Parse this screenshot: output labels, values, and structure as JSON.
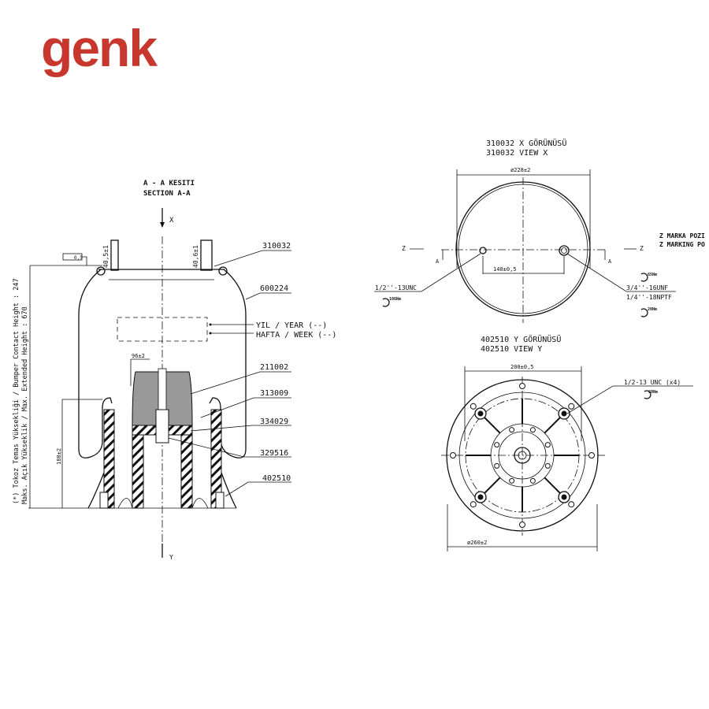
{
  "logo": {
    "text": "genk",
    "color": "#c8372d"
  },
  "section": {
    "title_tr": "A - A KESITI",
    "title_en": "SECTION A-A",
    "view_x_arrow": "X",
    "view_y_arrow": "Y",
    "dim_stud_left": "40,5±1",
    "dim_stud_right": "40,6±1",
    "dim_bumper_width": "96±2",
    "dim_piston_height": "188±2",
    "flatness_symbol": "0,5",
    "height_note_1": "(*) Tokoz Temas Yüksekliği / Bumper Contact Height : 247",
    "height_note_2": "Maks. Açık Yükseklik / Max. Extended Height : 670",
    "parts": [
      "310032",
      "600224",
      "211002",
      "313009",
      "334029",
      "329516",
      "402510"
    ],
    "year_label": "YIL / YEAR (--)",
    "week_label": "HAFTA / WEEK (--)"
  },
  "view_x": {
    "title_tr": "310032 X GÖRÜNÜSÜ",
    "title_en": "310032 VIEW X",
    "diameter": "ø228±2",
    "hole_spacing": "140±0,5",
    "z_left": "Z",
    "z_right": "Z",
    "a_left": "A",
    "a_right": "A",
    "thread_left": "1/2''-13UNC",
    "torque_left": "106Nm",
    "thread_right_1": "3/4''-16UNF",
    "thread_right_2": "1/4''-18NPTF",
    "torque_right_1": "65Nm",
    "torque_right_2": "20Nm",
    "marking_tr": "Z MARKA POZI",
    "marking_en": "Z MARKING PO"
  },
  "view_y": {
    "title_tr": "402510 Y GÖRÜNÜSÜ",
    "title_en": "402510 VIEW Y",
    "bolt_spacing": "200±0,5",
    "diameter": "ø260±2",
    "thread": "1/2-13 UNC (x4)",
    "torque": "60Nm"
  }
}
